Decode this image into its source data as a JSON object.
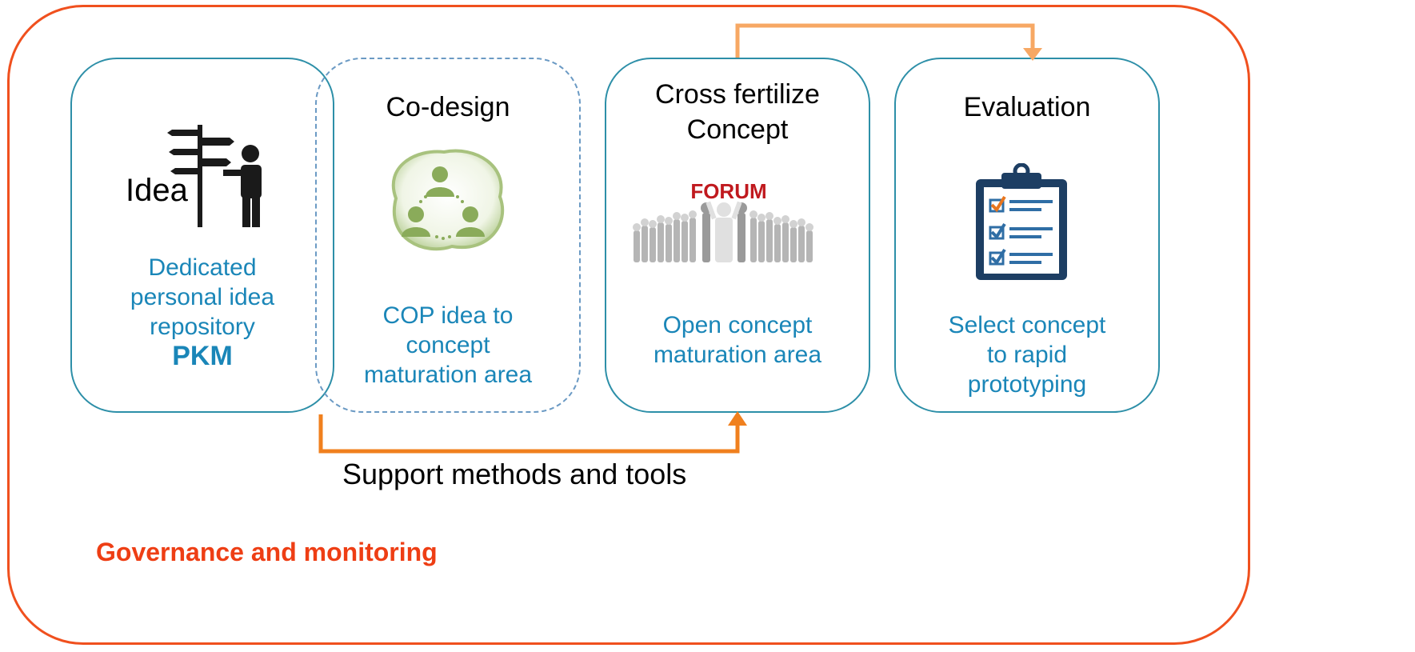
{
  "cards": [
    {
      "title": "",
      "desc_lines": [
        "Dedicated",
        "personal idea",
        "repository"
      ],
      "desc_bold": "PKM",
      "icon": "signpost-person-icon",
      "icon_label": "Idea"
    },
    {
      "title": "Co-design",
      "desc_lines": [
        "COP idea to",
        "concept",
        "maturation area"
      ],
      "icon": "community-network-icon"
    },
    {
      "title_lines": [
        "Cross fertilize",
        "Concept"
      ],
      "desc_lines": [
        "Open concept",
        "maturation area"
      ],
      "icon": "forum-crowd-icon",
      "icon_label": "FORUM"
    },
    {
      "title": "Evaluation",
      "desc_lines": [
        "Select concept",
        "to rapid",
        "prototyping"
      ],
      "icon": "clipboard-checklist-icon"
    }
  ],
  "support_label": "Support methods and tools",
  "governance_label": "Governance and monitoring",
  "colors": {
    "frame": "#f0501e",
    "card_border": "#2d8fa8",
    "desc_text": "#1a86b8",
    "arrow": "#f0801e",
    "governance": "#ee3e14"
  }
}
